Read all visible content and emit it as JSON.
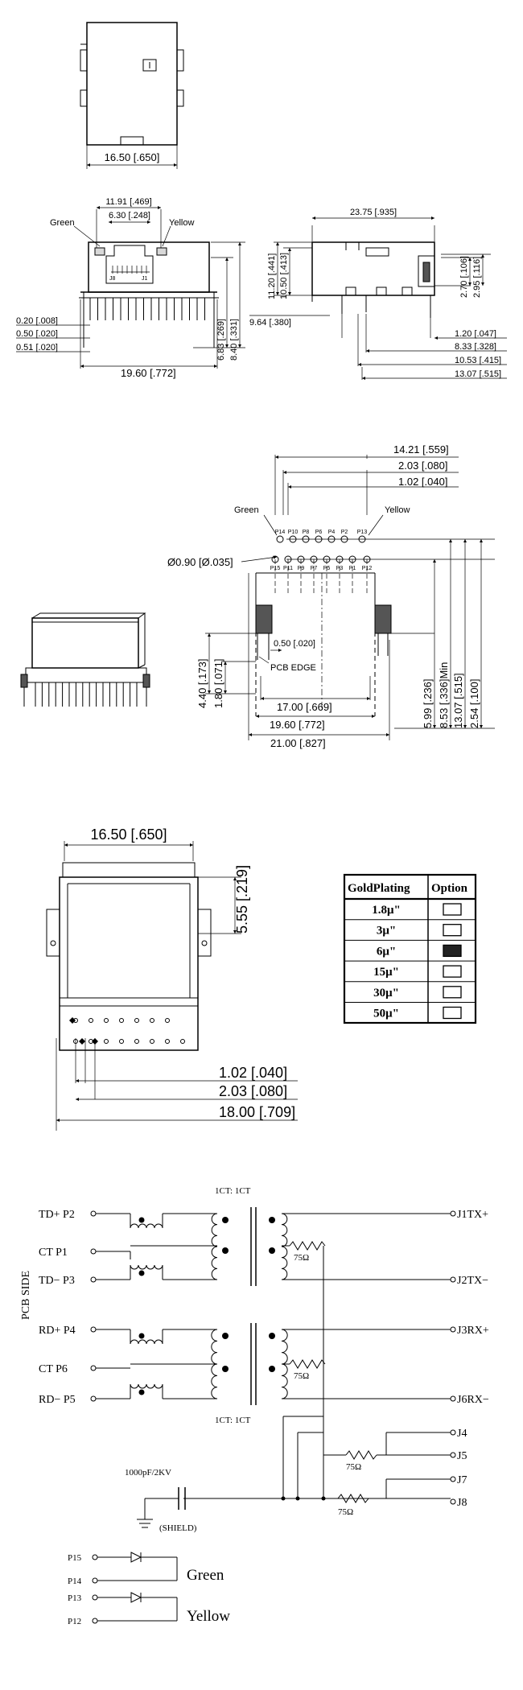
{
  "top_view": {
    "width_dim": "16.50 [.650]"
  },
  "front_view": {
    "dims": [
      "11.91 [.469]",
      "6.30 [.248]",
      "0.20 [.008]",
      "0.50 [.020]",
      "0.51 [.020]",
      "19.60 [.772]",
      "6.83 [.269]",
      "8.40 [.331]"
    ],
    "led_left": "Green",
    "led_right": "Yellow",
    "pin_j8": "J8",
    "pin_j1": "J1"
  },
  "side_view": {
    "dims": [
      "23.75 [.935]",
      "11.20 [.441]",
      "10.50 [.413]",
      "9.64 [.380]",
      "2.70 [.106]",
      "2.95 [.116]",
      "1.20 [.047]",
      "8.33 [.328]",
      "10.53 [.415]",
      "13.07 [.515]"
    ]
  },
  "footprint": {
    "dims_top": [
      "14.21 [.559]",
      "2.03 [.080]",
      "1.02 [.040]"
    ],
    "led_left": "Green",
    "led_right": "Yellow",
    "pins_top": [
      "P14",
      "P10",
      "P8",
      "P6",
      "P4",
      "P2",
      "P13"
    ],
    "pins_bottom": [
      "P15",
      "P11",
      "P9",
      "P7",
      "P5",
      "P3",
      "P1",
      "P12"
    ],
    "hole_dim": "Ø0.90 [Ø.035]",
    "inner_dim": "0.50 [.020]",
    "pcb_edge": "PCB EDGE",
    "dims_left": [
      "4.40 [.173]",
      "1.80 [.071]"
    ],
    "dims_bottom": [
      "17.00 [.669]",
      "19.60 [.772]",
      "21.00 [.827]"
    ],
    "dims_right": [
      "5.99 [.236]",
      "8.53 [.336]Min",
      "13.07 [.515]",
      "2.54 [.100]"
    ]
  },
  "bottom_view": {
    "width_dim": "16.50 [.650]",
    "height_dim": "5.55 [.219]",
    "dims": [
      "1.02 [.040]",
      "2.03 [.080]",
      "18.00 [.709]"
    ]
  },
  "plating_table": {
    "headers": [
      "GoldPlating",
      "Option"
    ],
    "rows": [
      {
        "label": "1.8μ\"",
        "selected": false
      },
      {
        "label": "3μ\"",
        "selected": false
      },
      {
        "label": "6μ\"",
        "selected": true
      },
      {
        "label": "15μ\"",
        "selected": false
      },
      {
        "label": "30μ\"",
        "selected": false
      },
      {
        "label": "50μ\"",
        "selected": false
      }
    ]
  },
  "schematic": {
    "ratio_top": "1CT: 1CT",
    "ratio_bottom": "1CT: 1CT",
    "pcb_side": "PCB SIDE",
    "left_pins": [
      "TD+ P2",
      "CT   P1",
      "TD− P3",
      "RD+ P4",
      "CT   P6",
      "RD− P5"
    ],
    "right_pins": [
      "J1TX+",
      "J2TX−",
      "J3RX+",
      "J6RX−",
      "J4",
      "J5",
      "J7",
      "J8"
    ],
    "resistor": "75Ω",
    "cap": "1000pF/2KV",
    "shield": "(SHIELD)",
    "led_pins": [
      "P15",
      "P14",
      "P13",
      "P12"
    ],
    "led_green": "Green",
    "led_yellow": "Yellow"
  }
}
